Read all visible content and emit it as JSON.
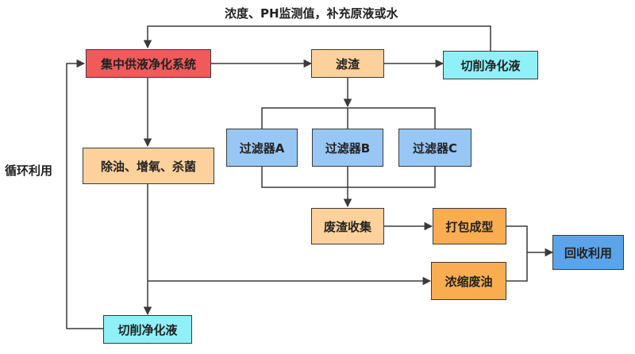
{
  "colors": {
    "red": "#f05a5a",
    "peach": "#fcd19c",
    "cyan": "#8ff0f8",
    "blue": "#98c7f5",
    "orange": "#f9ad50",
    "deep_blue": "#5ba4ea",
    "line": "#3a3a3a"
  },
  "labels": {
    "top": "浓度、PH监测值，补充原液或水",
    "left": "循环利用"
  },
  "nodes": {
    "central_system": "集中供液净化系统",
    "slag": "滤渣",
    "cutting_fluid_top": "切削净化液",
    "degrease": "除油、增氧、杀菌",
    "filter_a": "过滤器A",
    "filter_b": "过滤器B",
    "filter_c": "过滤器C",
    "waste_collect": "废渣收集",
    "pack": "打包成型",
    "recycle": "回收利用",
    "concentrate_oil": "浓缩废油",
    "cutting_fluid_bottom": "切削净化液"
  }
}
